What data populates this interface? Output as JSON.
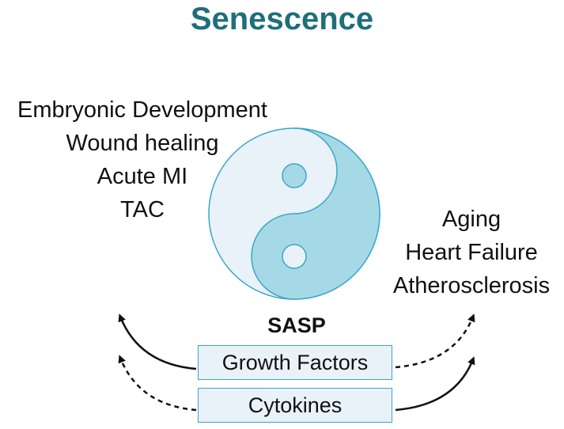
{
  "title": "Senescence",
  "left_conditions": [
    "Embryonic Development",
    "Wound healing",
    "Acute MI",
    "TAC"
  ],
  "right_conditions": [
    "Aging",
    "Heart Failure",
    "Atherosclerosis"
  ],
  "sasp": {
    "label": "SASP",
    "components": [
      "Growth Factors",
      "Cytokines"
    ]
  },
  "colors": {
    "title": "#1f6f7a",
    "yin_light": "#e9f1f9",
    "yang_teal": "#a6d9e6",
    "outline": "#3aa6c9",
    "box_fill": "#e9f1f9"
  },
  "icons": [
    "yin-yang-icon"
  ]
}
